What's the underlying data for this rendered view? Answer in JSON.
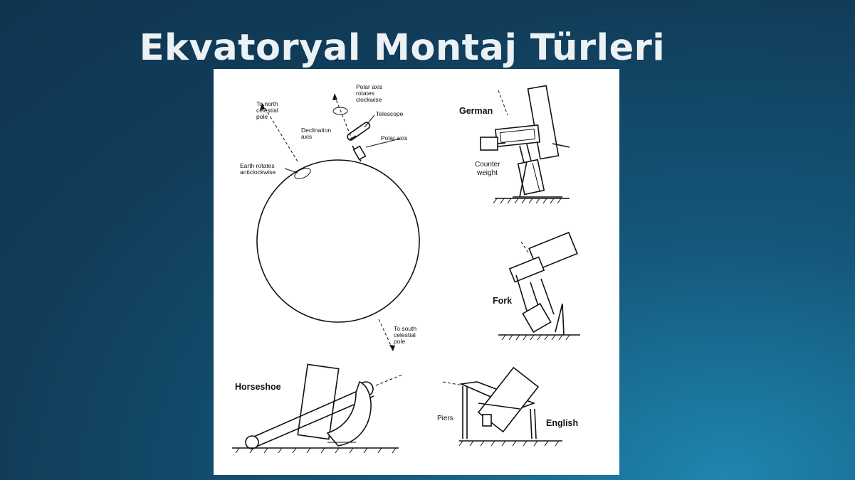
{
  "title": "Ekvatoryal Montaj Türleri",
  "diagram": {
    "globe_labels": {
      "north_pole_l1": "To north",
      "north_pole_l2": "celestial",
      "north_pole_l3": "pole",
      "polar_rot_l1": "Polar axis",
      "polar_rot_l2": "rotates",
      "polar_rot_l3": "clockwise",
      "telescope": "Telescope",
      "declination_l1": "Declination",
      "declination_l2": "axis",
      "polar_axis": "Polar axis",
      "earth_l1": "Earth rotates",
      "earth_l2": "anticlockwise",
      "south_pole_l1": "To south",
      "south_pole_l2": "celestial",
      "south_pole_l3": "pole"
    },
    "mounts": {
      "german": "German",
      "counterweight_l1": "Counter",
      "counterweight_l2": "weight",
      "fork": "Fork",
      "horseshoe": "Horseshoe",
      "piers": "Piers",
      "english": "English"
    }
  }
}
